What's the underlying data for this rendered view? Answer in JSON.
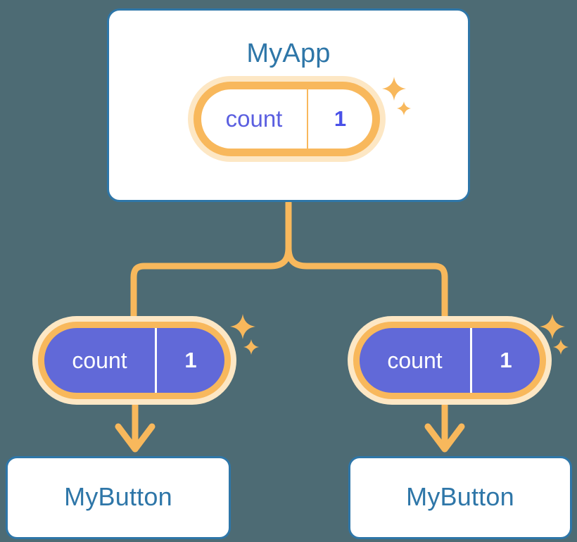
{
  "diagram": {
    "type": "react-state-propagation-tree",
    "background_color": "#4d6b74",
    "accent_blue": "#2e76a8",
    "accent_orange": "#f8b85c",
    "accent_orange_light": "#fde7c4",
    "accent_purple": "#6169d8",
    "accent_purple_text": "#5b5fe0"
  },
  "app_card": {
    "title": "MyApp",
    "state_pill": {
      "key": "count",
      "value": "1"
    }
  },
  "children": [
    {
      "state_pill": {
        "key": "count",
        "value": "1"
      },
      "card_title": "MyButton"
    },
    {
      "state_pill": {
        "key": "count",
        "value": "1"
      },
      "card_title": "MyButton"
    }
  ],
  "icons": {
    "sparkle_large": "sparkle-four-point-icon",
    "sparkle_small": "sparkle-four-point-small-icon",
    "arrow": "arrow-down-icon",
    "connector": "branch-connector"
  }
}
